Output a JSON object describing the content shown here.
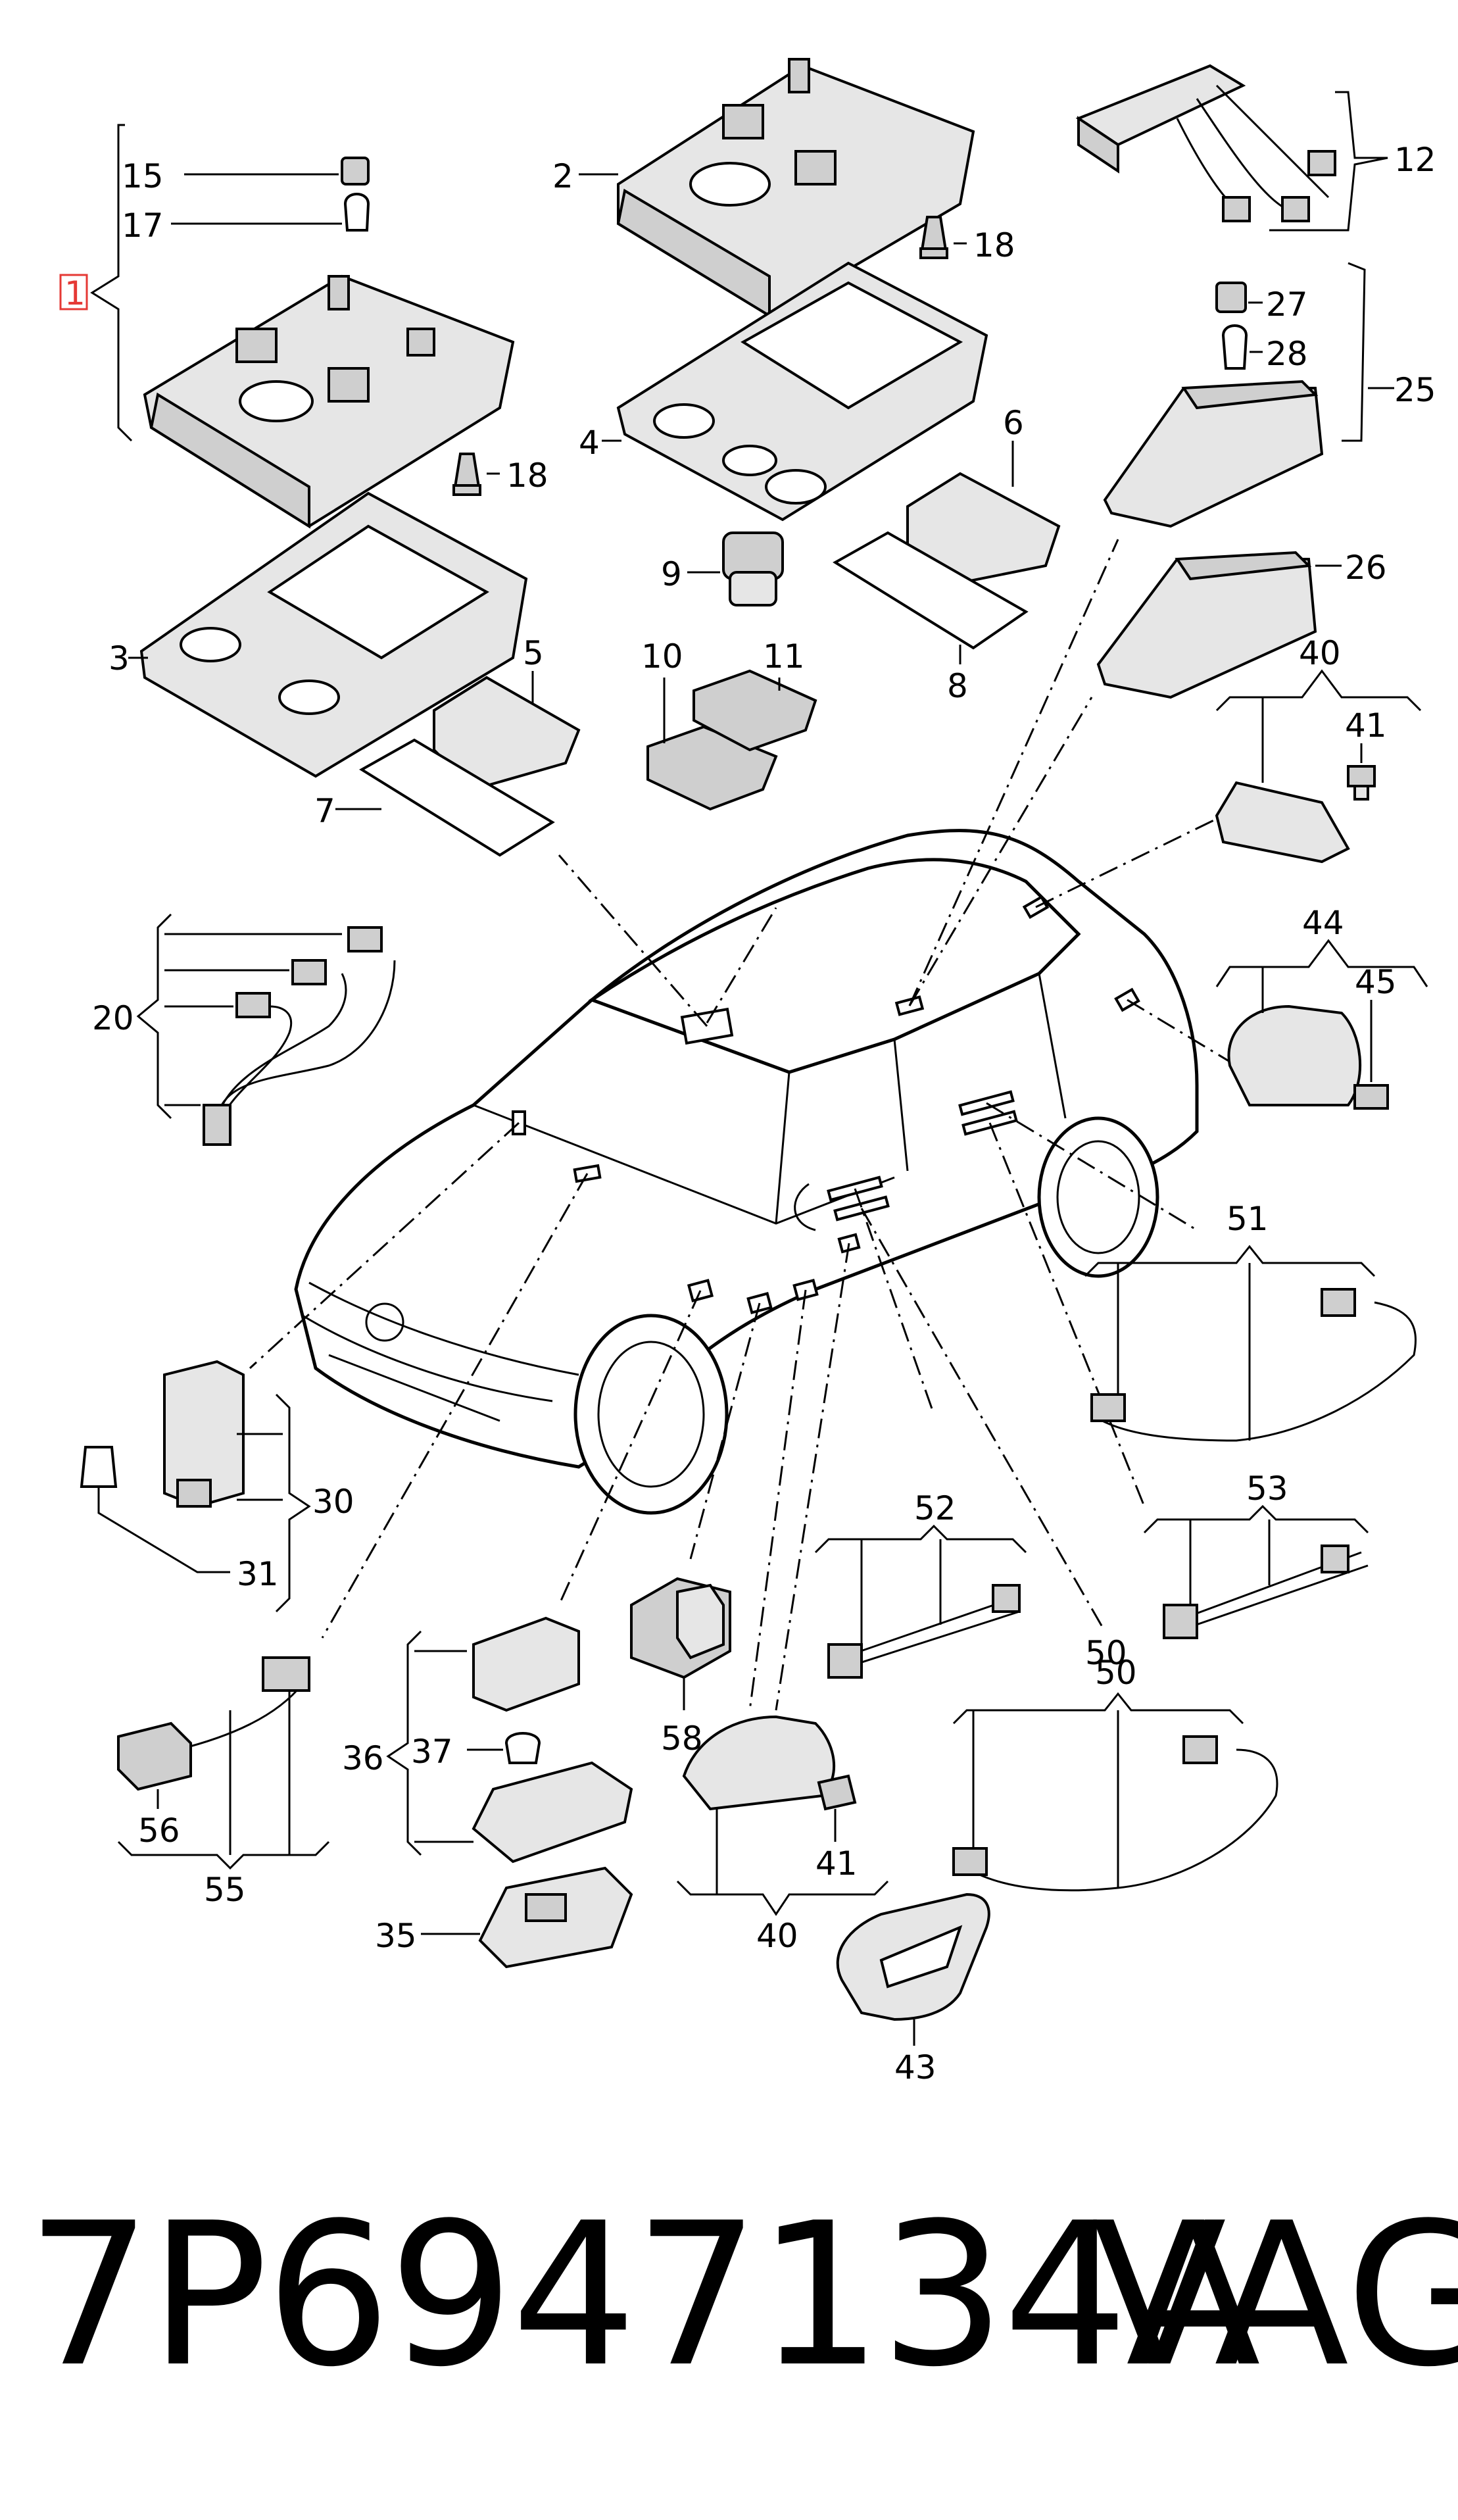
{
  "footer": {
    "part_number": "7P6947134A",
    "brand": "VAG"
  },
  "callouts": [
    {
      "id": "c1",
      "label": "1",
      "boxed": true,
      "accent": "#e53935"
    },
    {
      "id": "c2",
      "label": "2"
    },
    {
      "id": "c3",
      "label": "3"
    },
    {
      "id": "c4",
      "label": "4"
    },
    {
      "id": "c5",
      "label": "5"
    },
    {
      "id": "c6",
      "label": "6"
    },
    {
      "id": "c7",
      "label": "7"
    },
    {
      "id": "c8",
      "label": "8"
    },
    {
      "id": "c9",
      "label": "9"
    },
    {
      "id": "c10",
      "label": "10"
    },
    {
      "id": "c11",
      "label": "11"
    },
    {
      "id": "c12",
      "label": "12"
    },
    {
      "id": "c15",
      "label": "15"
    },
    {
      "id": "c17",
      "label": "17"
    },
    {
      "id": "c18a",
      "label": "18"
    },
    {
      "id": "c18b",
      "label": "18"
    },
    {
      "id": "c20",
      "label": "20"
    },
    {
      "id": "c25",
      "label": "25"
    },
    {
      "id": "c26",
      "label": "26"
    },
    {
      "id": "c27",
      "label": "27"
    },
    {
      "id": "c28",
      "label": "28"
    },
    {
      "id": "c30",
      "label": "30"
    },
    {
      "id": "c31",
      "label": "31"
    },
    {
      "id": "c35",
      "label": "35"
    },
    {
      "id": "c36",
      "label": "36"
    },
    {
      "id": "c37",
      "label": "37"
    },
    {
      "id": "c40a",
      "label": "40"
    },
    {
      "id": "c40b",
      "label": "40"
    },
    {
      "id": "c41a",
      "label": "41"
    },
    {
      "id": "c41b",
      "label": "41"
    },
    {
      "id": "c43",
      "label": "43"
    },
    {
      "id": "c44",
      "label": "44"
    },
    {
      "id": "c45",
      "label": "45"
    },
    {
      "id": "c50a",
      "label": "50"
    },
    {
      "id": "c50b",
      "label": "50"
    },
    {
      "id": "c51",
      "label": "51"
    },
    {
      "id": "c52",
      "label": "52"
    },
    {
      "id": "c53",
      "label": "53"
    },
    {
      "id": "c55",
      "label": "55"
    },
    {
      "id": "c56",
      "label": "56"
    },
    {
      "id": "c58",
      "label": "58"
    }
  ]
}
